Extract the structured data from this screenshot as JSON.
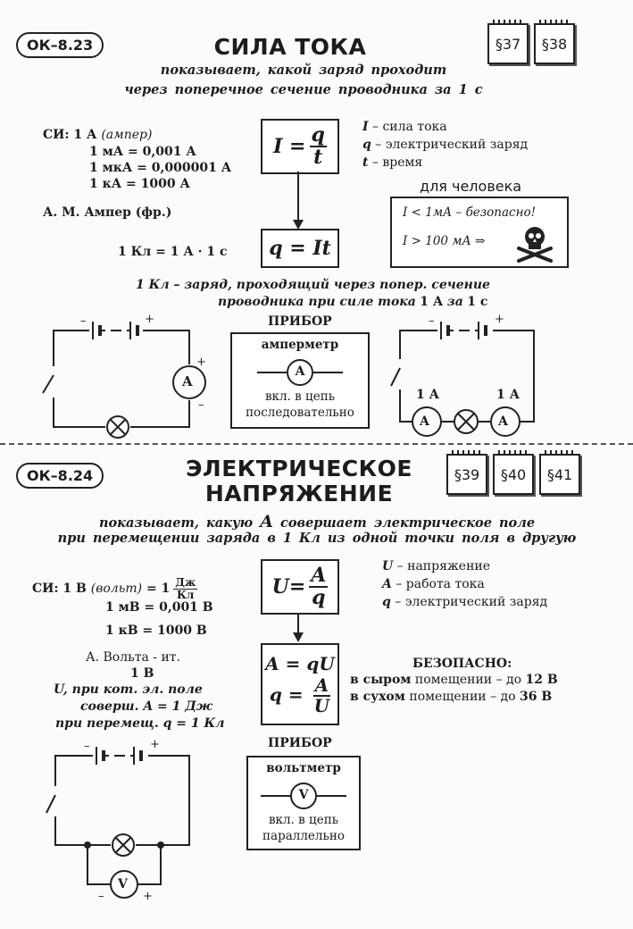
{
  "ok1": {
    "tag": "ОК–8.23",
    "title": "СИЛА ТОКА",
    "paragraphs": [
      "§37",
      "§38"
    ],
    "subtitle_line1": "показывает, какой заряд проходит",
    "subtitle_line2": "через поперечное сечение проводника за 1 с",
    "si_prefix": "СИ: 1 А",
    "si_unit_name": "(ампер)",
    "conversions": [
      "1 мА = 0,001 А",
      "1 мкА = 0,000001 А",
      "1 кА = 1000 А"
    ],
    "named_after": "А. М. Ампер (фр.)",
    "formula_left": "I =",
    "formula_num": "q",
    "formula_den": "t",
    "formula2": "q = It",
    "unit_relation": "1 Кл = 1 А · 1 с",
    "legend": [
      {
        "sym": "I",
        "text": " – сила тока"
      },
      {
        "sym": "q",
        "text": " – электрический заряд"
      },
      {
        "sym": "t",
        "text": " – время"
      }
    ],
    "human_title": "для человека",
    "safe_line": "I < 1мА – безопасно!",
    "danger_line": "I > 100 мА ⇒",
    "coulomb_def_part1": "1 Кл – заряд, проходящий через попер. сечение",
    "coulomb_def_part2": "проводника при силе тока",
    "coulomb_def_bold1": "1 А",
    "coulomb_def_mid": "за",
    "coulomb_def_bold2": "1 с",
    "device_header": "ПРИБОР",
    "device_name": "амперметр",
    "device_symbol": "A",
    "device_note1": "вкл. в цепь",
    "device_note2": "последовательно",
    "current_label_left": "1 А",
    "current_label_right": "1 А",
    "plus": "+",
    "minus": "–"
  },
  "ok2": {
    "tag": "ОК–8.24",
    "title_line1": "ЭЛЕКТРИЧЕСКОЕ",
    "title_line2": "НАПРЯЖЕНИЕ",
    "paragraphs": [
      "§39",
      "§40",
      "§41"
    ],
    "subtitle_part1": "показывает, какую",
    "subtitle_symbol": "A",
    "subtitle_part2": "совершает электрическое поле",
    "subtitle_line2": "при перемещении заряда в 1 Кл из одной точки поля в другую",
    "si_prefix": "СИ: 1 В",
    "si_unit_name": "(вольт)",
    "si_eq": "= 1",
    "si_frac_num": "Дж",
    "si_frac_den": "Кл",
    "conversions": [
      "1 мВ = 0,001 В",
      "1 кВ = 1000 В"
    ],
    "named_after": "А. Вольта - ит.",
    "def_1": "1 В",
    "def_2": "U, при кот. эл. поле",
    "def_3": "соверш. A = 1 Дж",
    "def_4": "при перемещ. q = 1 Кл",
    "formula_left": "U=",
    "formula_num": "A",
    "formula_den": "q",
    "formula2": "A = qU",
    "formula3_left": "q =",
    "formula3_num": "A",
    "formula3_den": "U",
    "legend": [
      {
        "sym": "U",
        "text": " – напряжение"
      },
      {
        "sym": "A",
        "text": " – работа тока"
      },
      {
        "sym": "q",
        "text": " – электрический заряд"
      }
    ],
    "safety_title": "БЕЗОПАСНО:",
    "safety_1a": "в сыром",
    "safety_1b": "помещении – до",
    "safety_1c": "12 В",
    "safety_2a": "в сухом",
    "safety_2b": "помещении – до",
    "safety_2c": "36 В",
    "device_header": "ПРИБОР",
    "device_name": "вольтметр",
    "device_symbol": "V",
    "device_note1": "вкл. в цепь",
    "device_note2": "параллельно",
    "plus": "+",
    "minus": "–"
  }
}
